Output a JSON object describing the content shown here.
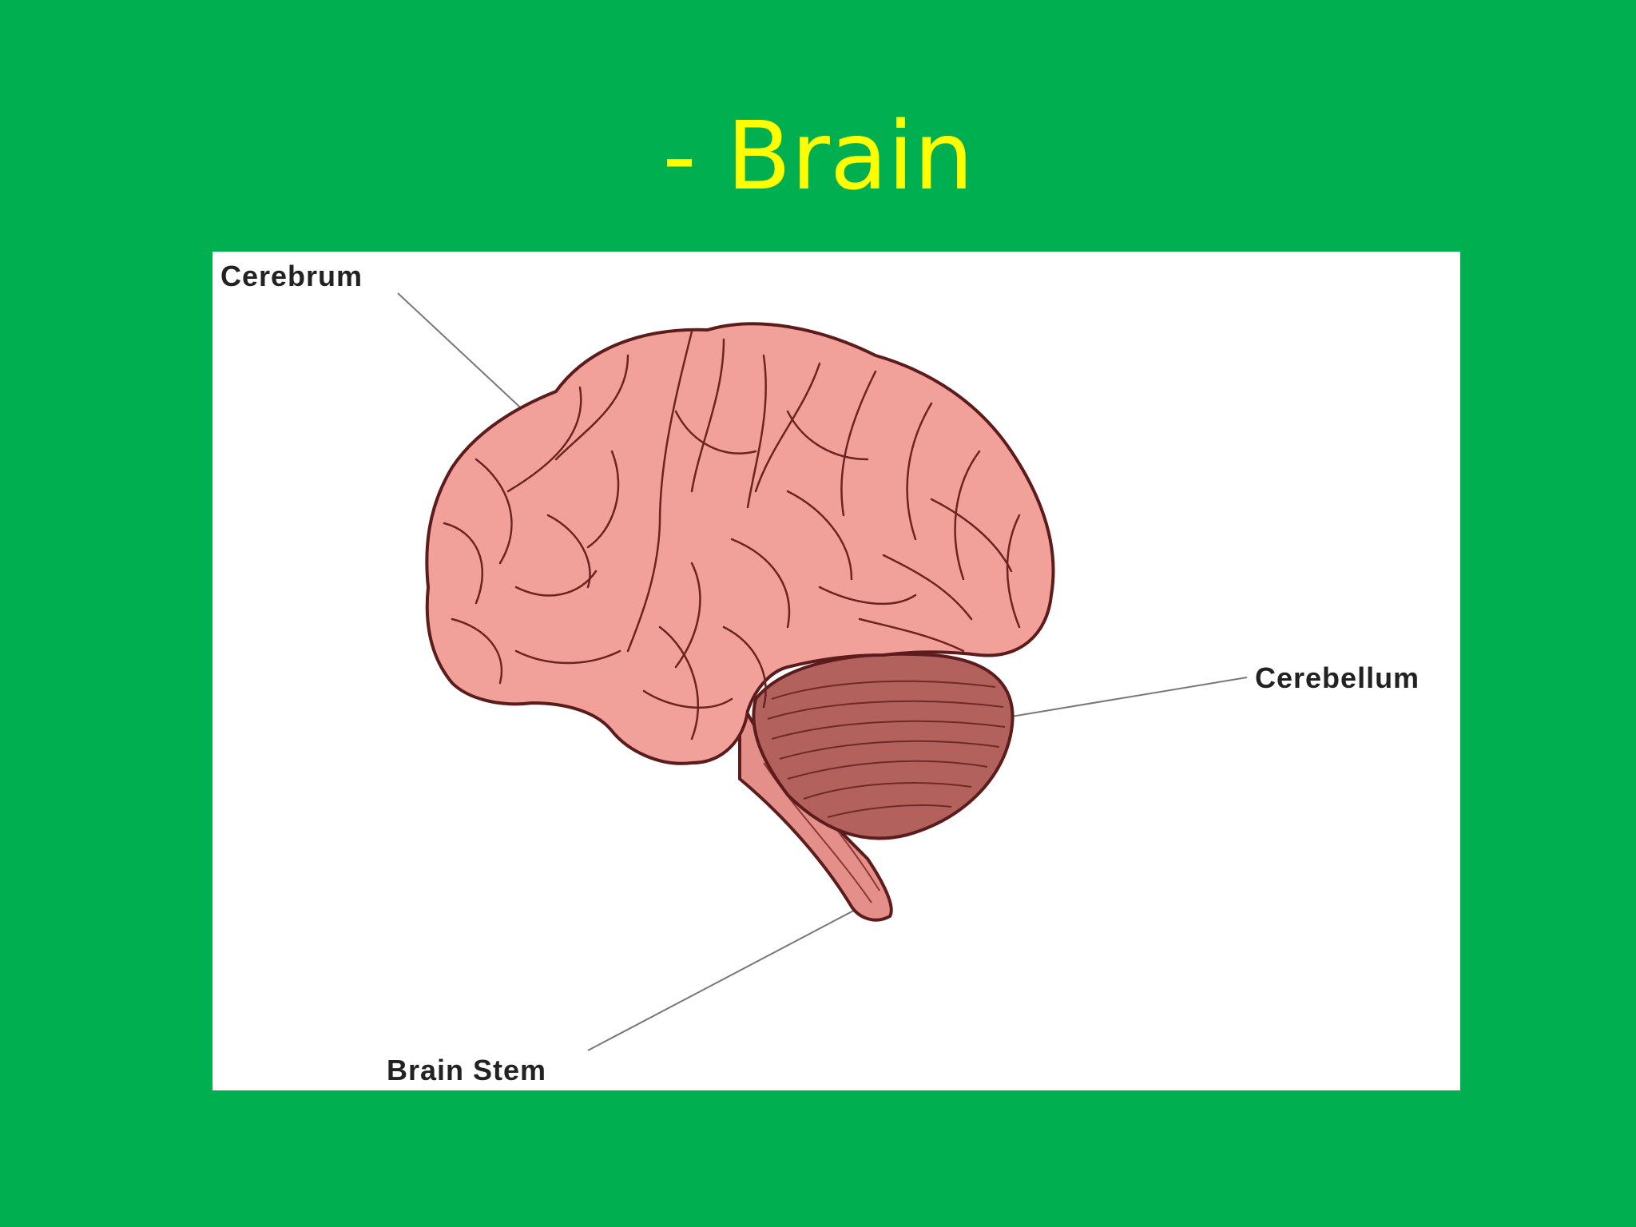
{
  "slide": {
    "title": "- Brain",
    "background_color": "#00B050",
    "title_color": "#FFFF00"
  },
  "diagram": {
    "labels": {
      "cerebrum": "Cerebrum",
      "cerebellum": "Cerebellum",
      "brain_stem": "Brain Stem"
    },
    "colors": {
      "cerebrum_fill": "#F2A09A",
      "cerebellum_fill": "#B3615D",
      "brain_stem_fill": "#E58F8A",
      "outline": "#5C1C1C"
    }
  }
}
